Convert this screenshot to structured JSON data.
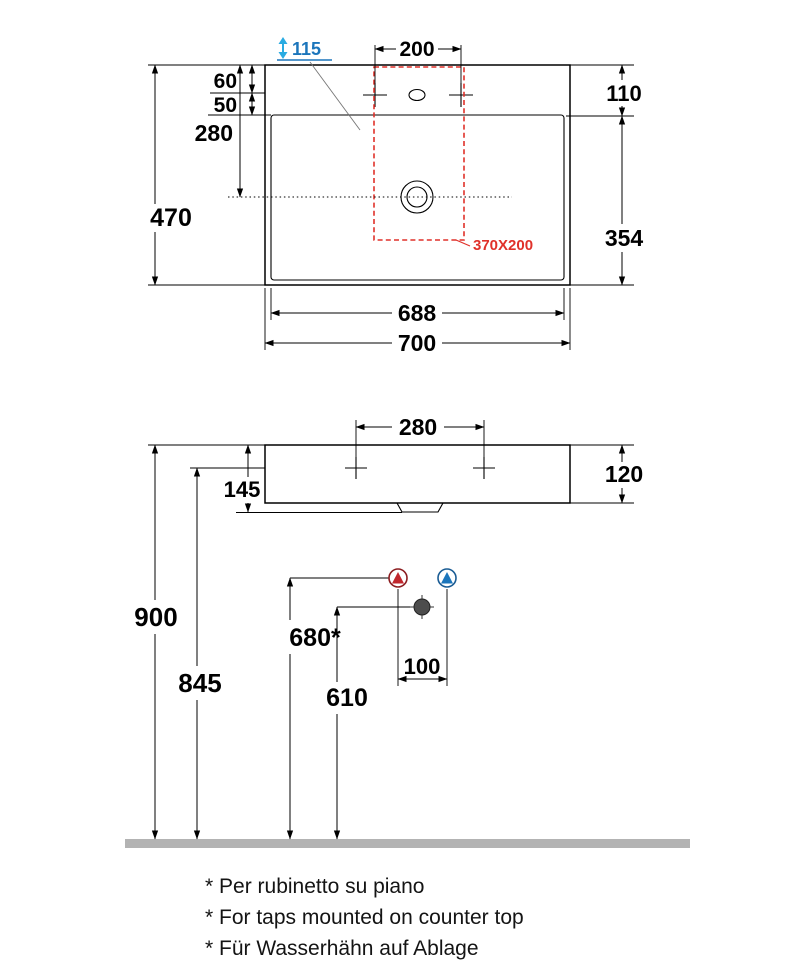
{
  "title": "Washbasin technical drawing",
  "colors": {
    "line": "#000000",
    "cutout_red": "#e0312a",
    "note_blue": "#1b75bb",
    "arrow_cyan": "#29abe2",
    "hot": "#c1272d",
    "cold": "#1b75bb",
    "waste": "#4d4d4d",
    "floor": "#b3b3b3"
  },
  "top_view": {
    "labels": {
      "faucet_note": "115",
      "hole_spacing": "200",
      "edge_to_holes": "60",
      "holes_to_basin": "50",
      "edge_to_drain": "280",
      "total_depth": "470",
      "right_upper": "110",
      "right_lower": "354",
      "tap_cutout": "370X200",
      "inner_width": "688",
      "total_width": "700"
    }
  },
  "front_view": {
    "labels": {
      "hole_spacing": "280",
      "front_depth": "145",
      "height": "120"
    }
  },
  "install": {
    "labels": {
      "rim_height": "900",
      "mid_height": "845",
      "tap_height": "680*",
      "waste_height": "610",
      "supply_spacing": "100"
    }
  },
  "footnotes": [
    "* Per rubinetto su piano",
    "* For taps mounted on counter top",
    "* Für Wasserhähn auf Ablage"
  ]
}
